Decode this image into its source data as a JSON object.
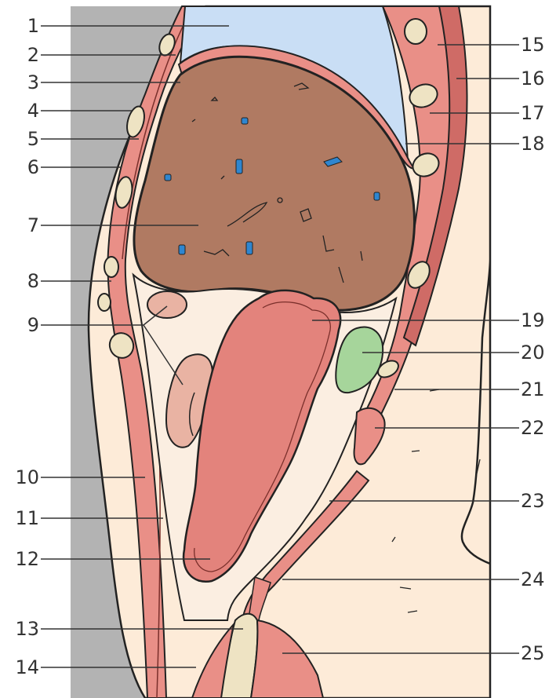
{
  "labels_left": [
    "1",
    "2",
    "3",
    "4",
    "5",
    "6",
    "7",
    "8",
    "9",
    "10",
    "11",
    "12",
    "13",
    "14"
  ],
  "labels_right": [
    "15",
    "16",
    "17",
    "18",
    "19",
    "20",
    "21",
    "22",
    "23",
    "24",
    "25"
  ],
  "colors": {
    "background_gray": "#b3b3b3",
    "skin_cream": "#fdebd8",
    "muscle_pink": "#e98f87",
    "muscle_dark": "#cf6b66",
    "liver_brown": "#b07a62",
    "lung_blue": "#c9def5",
    "vessel_blue": "#2f86d0",
    "bowel_salmon": "#e3837c",
    "kidney_tan": "#e9b3a3",
    "gallbladder_green": "#a6d59b",
    "bone_beige": "#eee3c3",
    "peritoneum_cream": "#fbeee1"
  }
}
